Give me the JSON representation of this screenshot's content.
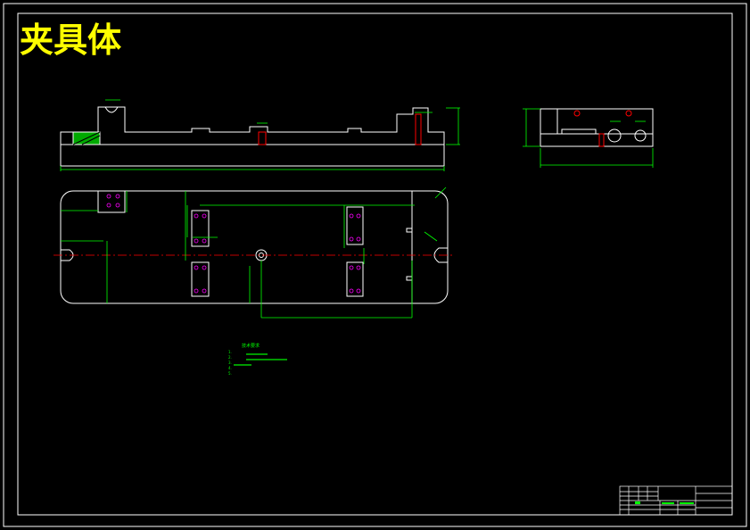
{
  "drawing": {
    "title": "夹具体",
    "background_color": "#000000",
    "colors": {
      "outline": "#ffffff",
      "dimension": "#00ff00",
      "centerline": "#ff0000",
      "title": "#ffff00",
      "accent": "#ff00ff"
    }
  },
  "notes": {
    "heading": "技术要求",
    "lines": [
      "1.",
      "2.",
      "3.",
      "4.",
      "5."
    ]
  },
  "title_block": {
    "label": ""
  }
}
